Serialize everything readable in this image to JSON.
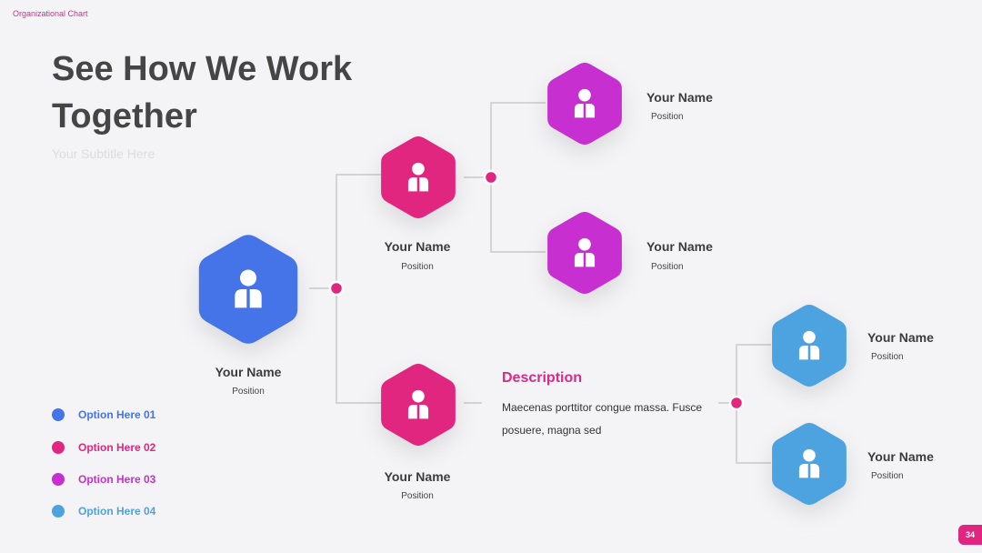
{
  "header": {
    "label": "Organizational Chart"
  },
  "title": "See How We Work Together",
  "subtitle": "Your Subtitle Here",
  "colors": {
    "blue": "#4474e8",
    "pink": "#e0267f",
    "purple": "#c72fd0",
    "lightblue": "#4ca3df",
    "accent": "#d9298a",
    "connector": "#d4d4d4"
  },
  "nodes": {
    "root": {
      "name": "Your Name",
      "position": "Position",
      "icon": "person-icon"
    },
    "mgr1": {
      "name": "Your Name",
      "position": "Position",
      "icon": "person-icon"
    },
    "mgr2": {
      "name": "Your Name",
      "position": "Position",
      "icon": "person-icon"
    },
    "staff1": {
      "name": "Your Name",
      "position": "Position",
      "icon": "person-icon"
    },
    "staff2": {
      "name": "Your Name",
      "position": "Position",
      "icon": "person-icon"
    },
    "staff3": {
      "name": "Your Name",
      "position": "Position",
      "icon": "person-icon"
    },
    "staff4": {
      "name": "Your Name",
      "position": "Position",
      "icon": "person-icon"
    }
  },
  "description": {
    "title": "Description",
    "body": "Maecenas porttitor congue massa. Fusce posuere, magna sed"
  },
  "legend": [
    {
      "label": "Option Here 01",
      "color": "#4474e8"
    },
    {
      "label": "Option Here 02",
      "color": "#e0267f"
    },
    {
      "label": "Option Here 03",
      "color": "#c72fd0"
    },
    {
      "label": "Option Here 04",
      "color": "#4ca3df"
    }
  ],
  "page_number": "34"
}
